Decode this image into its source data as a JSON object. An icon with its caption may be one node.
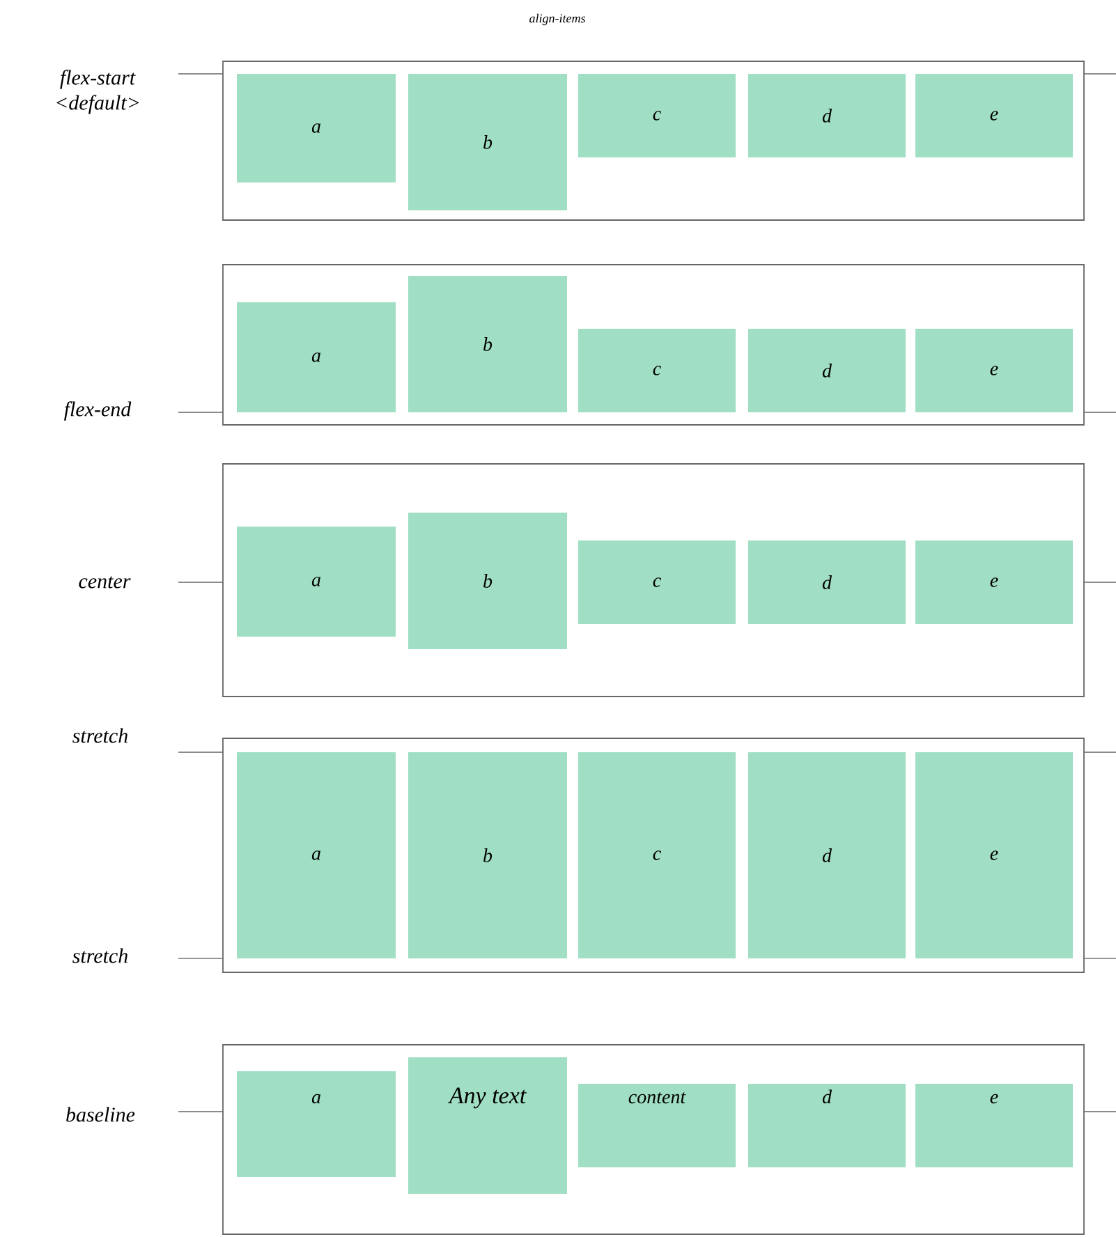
{
  "diagram": {
    "title": "align-items",
    "nodes": [
      {
        "text": [],
        "shape": "box"
      },
      {
        "text": [
          "a"
        ],
        "in": 0
      },
      {
        "text": [
          "b"
        ],
        "in": 0
      },
      {
        "text": [
          "c"
        ],
        "in": 0
      },
      {
        "text": [
          "d"
        ],
        "in": 0
      },
      {
        "text": [
          "e"
        ],
        "in": 0
      },
      {
        "text": [],
        "shape": "box"
      },
      {
        "text": [
          "a"
        ],
        "in": 6
      },
      {
        "text": [
          "b"
        ],
        "in": 6
      },
      {
        "text": [
          "c"
        ],
        "in": 6
      },
      {
        "text": [
          "d"
        ],
        "in": 6
      },
      {
        "text": [
          "e"
        ],
        "in": 6
      },
      {
        "text": [],
        "shape": "box"
      },
      {
        "text": [
          "a"
        ],
        "in": 12
      },
      {
        "text": [
          "b"
        ],
        "in": 12
      },
      {
        "text": [
          "c"
        ],
        "in": 12
      },
      {
        "text": [
          "d"
        ],
        "in": 12
      },
      {
        "text": [
          "e"
        ],
        "in": 12
      },
      {
        "text": [],
        "shape": "box"
      },
      {
        "text": [
          "a"
        ],
        "in": 18
      },
      {
        "text": [
          "b"
        ],
        "in": 18
      },
      {
        "text": [
          "c"
        ],
        "in": 18
      },
      {
        "text": [
          "d"
        ],
        "in": 18
      },
      {
        "text": [
          "e"
        ],
        "in": 18
      },
      {
        "text": [],
        "shape": "box"
      },
      {
        "text": [
          "a"
        ],
        "in": 24
      },
      {
        "text": [
          "Any text"
        ],
        "in": 24
      },
      {
        "text": [
          "content"
        ],
        "in": 24
      },
      {
        "text": [
          "d"
        ],
        "in": 24
      },
      {
        "text": [
          "e"
        ],
        "in": 24
      }
    ],
    "labels": [
      "flex-start <default>",
      "flex-end",
      "center",
      "stretch",
      "stretch",
      "baseline"
    ]
  }
}
